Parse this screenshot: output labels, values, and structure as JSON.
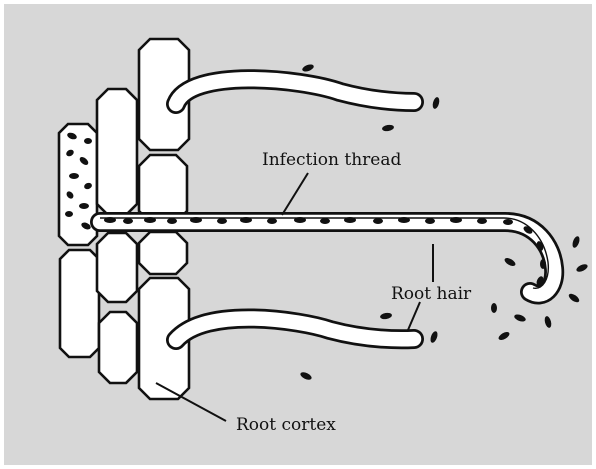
{
  "labels": {
    "infection_thread": "Infection thread",
    "root_hair": "Root hair",
    "root_cortex": "Root cortex"
  },
  "colors": {
    "background": "#d7d7d7",
    "outline": "#111111",
    "fill": "#ffffff",
    "bacteria": "#111111"
  }
}
